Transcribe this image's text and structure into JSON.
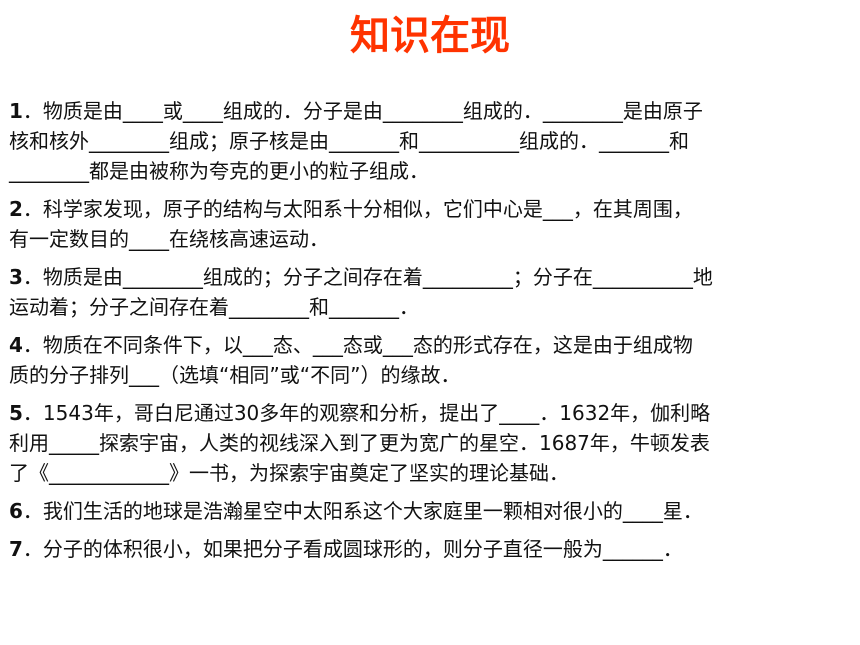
{
  "title": "知识在现",
  "questions": [
    {
      "num": "1",
      "lines": [
        "．物质是由____或____组成的．分子是由________组成的．________是由原子",
        "核和核外________组成；原子核是由_______和__________组成的．_______和",
        "________都是由被称为夸克的更小的粒子组成．"
      ]
    },
    {
      "num": "2",
      "lines": [
        "．科学家发现，原子的结构与太阳系十分相似，它们中心是___，在其周围，",
        "有一定数目的____在绕核高速运动．"
      ]
    },
    {
      "num": "3",
      "lines": [
        "．物质是由________组成的；分子之间存在着_________；分子在__________地",
        "运动着；分子之间存在着________和_______．"
      ]
    },
    {
      "num": "4",
      "lines": [
        "．物质在不同条件下，以___态、___态或___态的形式存在，这是由于组成物",
        "质的分子排列___（选填“相同”或“不同”）的缘故．"
      ]
    },
    {
      "num": "5",
      "lines": [
        "．1543年，哥白尼通过30多年的观察和分析，提出了____．1632年，伽利略",
        "利用_____探索宇宙，人类的视线深入到了更为宽广的星空．1687年，牛顿发表",
        "了《____________》一书，为探索宇宙奠定了坚实的理论基础．"
      ]
    },
    {
      "num": "6",
      "lines": [
        "．我们生活的地球是浩瀚星空中太阳系这个大家庭里一颗相对很小的____星．"
      ]
    },
    {
      "num": "7",
      "lines": [
        "．分子的体积很小，如果把分子看成圆球形的，则分子直径一般为______．"
      ]
    }
  ],
  "colors": {
    "title": "#ff3300",
    "text": "#111111"
  }
}
